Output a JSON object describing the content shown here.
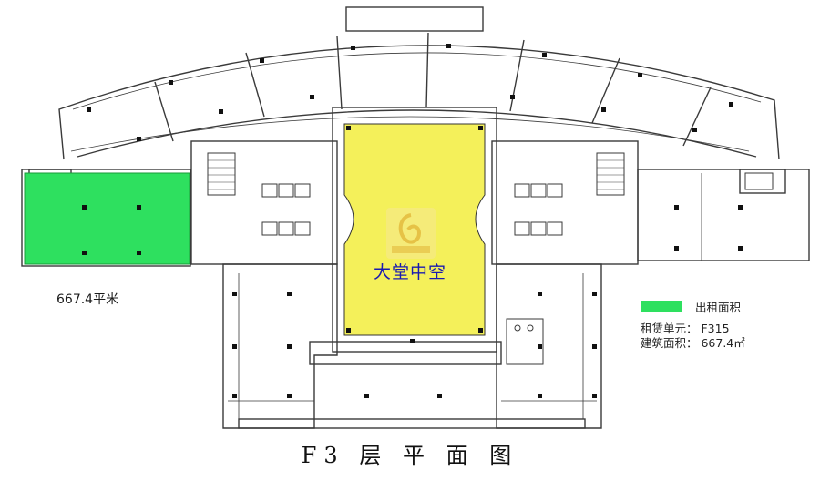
{
  "floor_plan": {
    "rented_area_label": "667.4平米",
    "atrium_label": "大堂中空",
    "title": "F3 层 平 面 图"
  },
  "legend": {
    "swatch_label": "出租面积",
    "unit_line": "租赁单元：  F315",
    "area_line": "建筑面积：  667.4㎡"
  },
  "colors": {
    "rented": "#2ee05f",
    "atrium": "#f4f05a",
    "wall": "#3a3a3a",
    "column": "#111111"
  },
  "icons": [
    "logo-watermark-icon",
    "stair-icon",
    "elevator-icon",
    "restroom-icon"
  ]
}
